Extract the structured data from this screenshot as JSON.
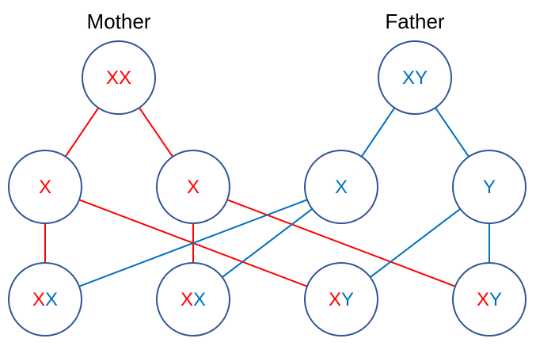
{
  "colors": {
    "mother": "#ff0000",
    "father": "#0070c0",
    "node_outline": "#2f5597",
    "background": "#ffffff"
  },
  "parents": {
    "mother_label": "Mother",
    "father_label": "Father"
  },
  "nodes": {
    "mother": {
      "parts": [
        {
          "t": "XX",
          "c": "mother"
        }
      ]
    },
    "father": {
      "parts": [
        {
          "t": "XY",
          "c": "father"
        }
      ]
    },
    "gamete_m1": {
      "parts": [
        {
          "t": "X",
          "c": "mother"
        }
      ]
    },
    "gamete_m2": {
      "parts": [
        {
          "t": "X",
          "c": "mother"
        }
      ]
    },
    "gamete_f1": {
      "parts": [
        {
          "t": "X",
          "c": "father"
        }
      ]
    },
    "gamete_f2": {
      "parts": [
        {
          "t": "Y",
          "c": "father"
        }
      ]
    },
    "child_1": {
      "parts": [
        {
          "t": "X",
          "c": "mother"
        },
        {
          "t": "X",
          "c": "father"
        }
      ]
    },
    "child_2": {
      "parts": [
        {
          "t": "X",
          "c": "mother"
        },
        {
          "t": "X",
          "c": "father"
        }
      ]
    },
    "child_3": {
      "parts": [
        {
          "t": "X",
          "c": "mother"
        },
        {
          "t": "Y",
          "c": "father"
        }
      ]
    },
    "child_4": {
      "parts": [
        {
          "t": "X",
          "c": "mother"
        },
        {
          "t": "Y",
          "c": "father"
        }
      ]
    }
  },
  "edges": [
    {
      "from": "mother",
      "to": "gamete_m1",
      "c": "mother"
    },
    {
      "from": "mother",
      "to": "gamete_m2",
      "c": "mother"
    },
    {
      "from": "father",
      "to": "gamete_f1",
      "c": "father"
    },
    {
      "from": "father",
      "to": "gamete_f2",
      "c": "father"
    },
    {
      "from": "gamete_m1",
      "to": "child_1",
      "c": "mother"
    },
    {
      "from": "gamete_m1",
      "to": "child_3",
      "c": "mother"
    },
    {
      "from": "gamete_m2",
      "to": "child_2",
      "c": "mother"
    },
    {
      "from": "gamete_m2",
      "to": "child_4",
      "c": "mother"
    },
    {
      "from": "gamete_f1",
      "to": "child_1",
      "c": "father"
    },
    {
      "from": "gamete_f1",
      "to": "child_2",
      "c": "father"
    },
    {
      "from": "gamete_f2",
      "to": "child_3",
      "c": "father"
    },
    {
      "from": "gamete_f2",
      "to": "child_4",
      "c": "father"
    }
  ]
}
